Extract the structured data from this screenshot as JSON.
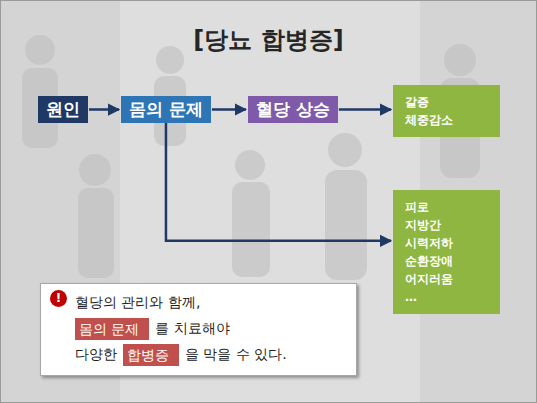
{
  "diagram": {
    "title": "[당뇨 합병증]",
    "nodes": [
      {
        "text": [
          "원인"
        ]
      },
      {
        "text": [
          "몸의 문제"
        ]
      },
      {
        "text": [
          "혈당 상승"
        ]
      },
      {
        "text": [
          "갈증",
          "체중감소"
        ]
      },
      {
        "text": [
          "피로",
          "지방간",
          "시력저하",
          "순환장애",
          "어지러움",
          "…"
        ]
      },
      {
        "text": [
          "혈당의 관리와 함께,",
          "를  치료해야",
          "다양한",
          "을 막을 수 있다."
        ]
      },
      {
        "text": [
          "몸의 문제"
        ],
        "in": 5
      },
      {
        "text": [
          "합병증"
        ],
        "in": 5
      }
    ],
    "edges": [
      {
        "from": 0,
        "to": 1,
        "arrow": "to"
      },
      {
        "from": 1,
        "to": 2,
        "arrow": "to"
      },
      {
        "from": 2,
        "to": 3,
        "arrow": "to"
      },
      {
        "from": 1,
        "to": 4,
        "arrow": "to"
      }
    ],
    "labels": [
      "!"
    ]
  }
}
